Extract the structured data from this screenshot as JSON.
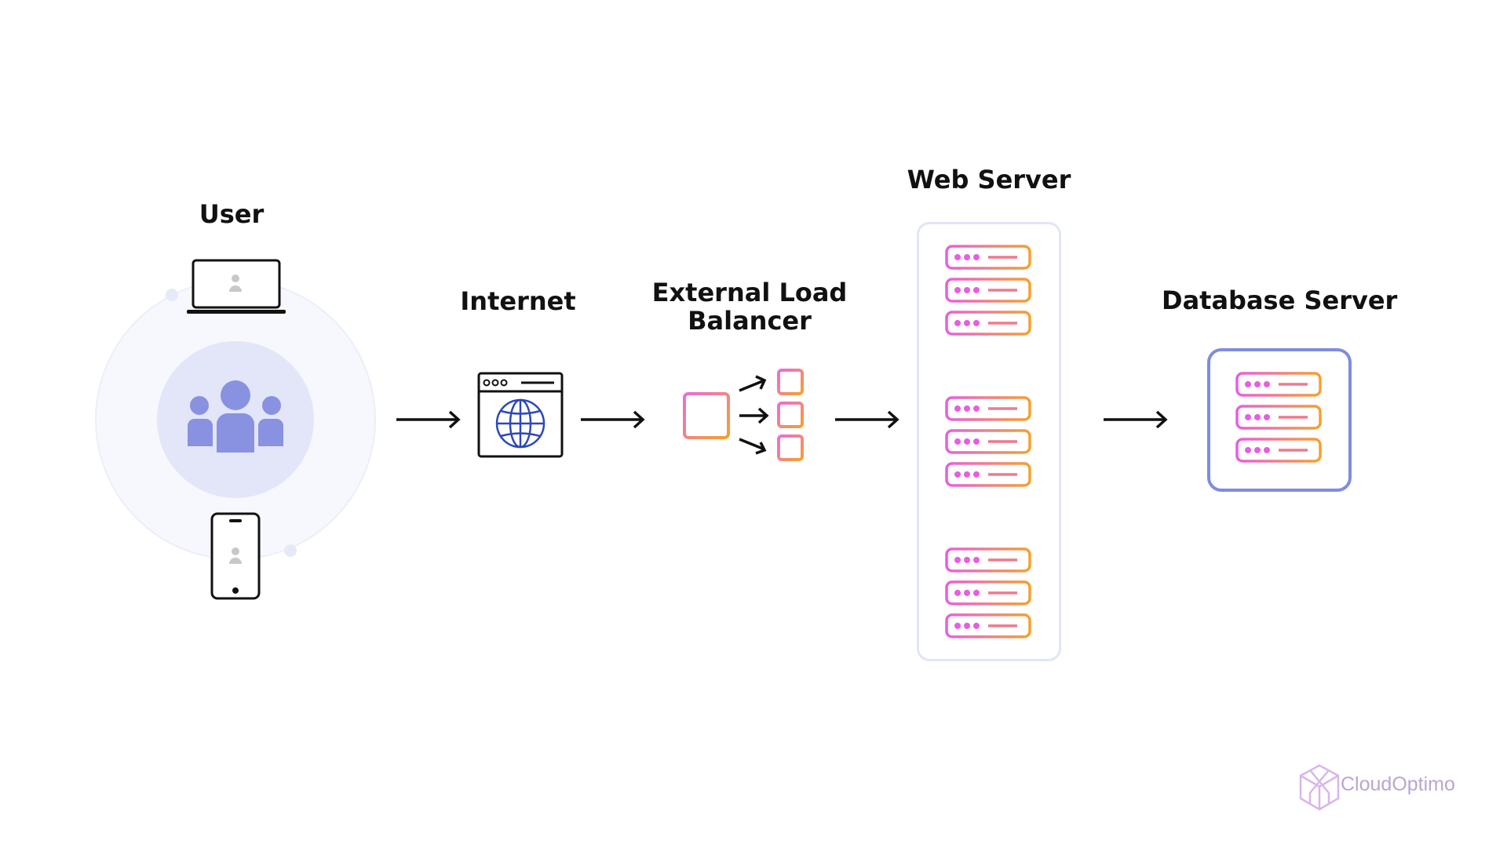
{
  "nodes": {
    "user": {
      "label": "User"
    },
    "internet": {
      "label": "Internet"
    },
    "load_balancer": {
      "label_line1": "External Load",
      "label_line2": "Balancer"
    },
    "web_server": {
      "label": "Web Server"
    },
    "database_server": {
      "label": "Database Server"
    }
  },
  "edges": [
    {
      "from": "user",
      "to": "internet"
    },
    {
      "from": "internet",
      "to": "load_balancer"
    },
    {
      "from": "load_balancer",
      "to": "web_server"
    },
    {
      "from": "web_server",
      "to": "database_server"
    }
  ],
  "logo": {
    "text": "CloudOptimo"
  },
  "colors": {
    "accent_purple": "#8892e0",
    "circle_outer": "#f7f8fd",
    "circle_inner": "#e3e6f9",
    "gradient_start": "#e85ee0",
    "gradient_end": "#f7a02e",
    "panel_border": "#e1e5f7",
    "db_border": "#7f8ce0",
    "globe_blue": "#2d48b8"
  },
  "icons": [
    "laptop-icon",
    "users-group-icon",
    "smartphone-icon",
    "browser-globe-icon",
    "load-balancer-icon",
    "server-rack-icon"
  ]
}
